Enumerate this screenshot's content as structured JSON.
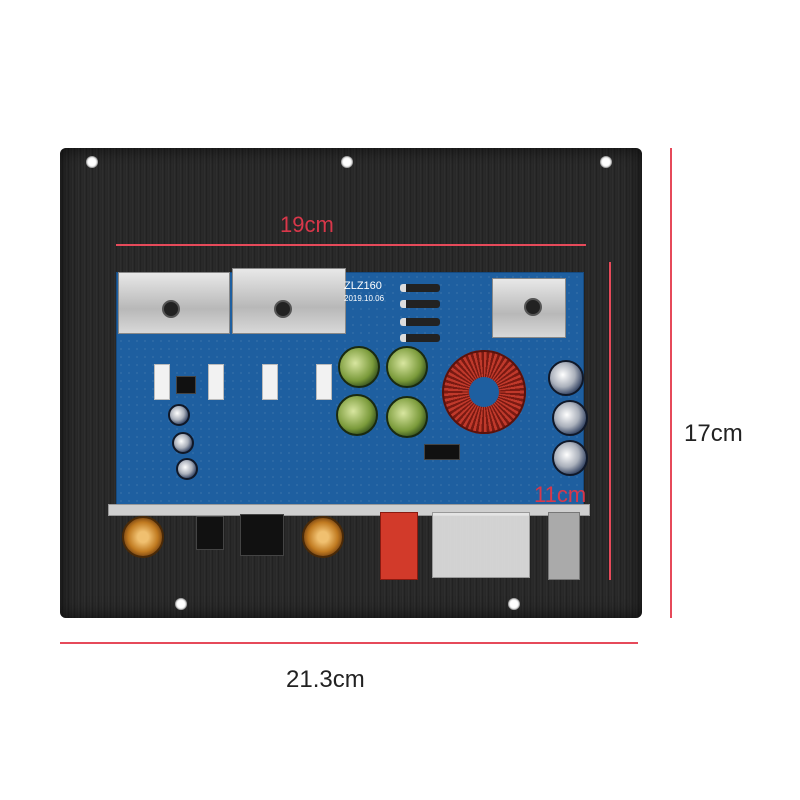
{
  "dimensions": {
    "inner_width": "19cm",
    "outer_width": "21.3cm",
    "outer_height": "17cm",
    "board_height": "11cm"
  },
  "board": {
    "model": "ZLZ160",
    "date": "2019.10.06"
  },
  "colors": {
    "dimension_red": "#e64a5a",
    "pcb_blue": "#1e5fa0",
    "plate_dark": "#2a2a2a"
  }
}
